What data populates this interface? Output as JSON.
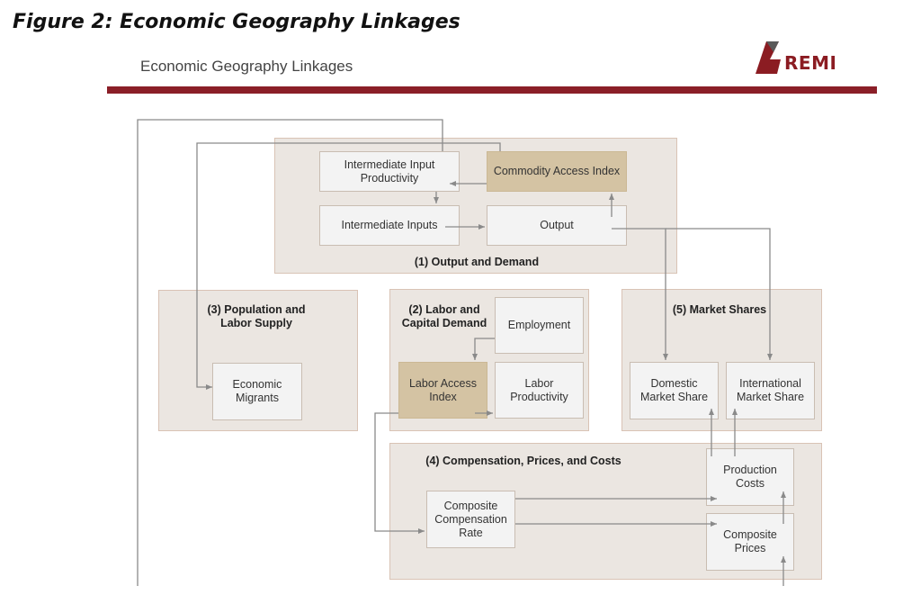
{
  "figure_title": "Figure 2: Economic Geography Linkages",
  "subtitle": "Economic Geography Linkages",
  "logo_text": "REMI",
  "colors": {
    "accent_bar": "#8b1f28",
    "panel": "#ebe6e1",
    "highlight_box": "#d4c3a3"
  },
  "panels": {
    "output_demand": "(1) Output and Demand",
    "labor_capital": "(2) Labor and Capital Demand",
    "population": "(3) Population and Labor Supply",
    "compensation": "(4) Compensation, Prices, and Costs",
    "market_shares": "(5) Market Shares"
  },
  "boxes": {
    "intermediate_input_productivity": "Intermediate Input Productivity",
    "commodity_access_index": "Commodity Access Index",
    "intermediate_inputs": "Intermediate Inputs",
    "output": "Output",
    "employment": "Employment",
    "labor_access_index": "Labor Access Index",
    "labor_productivity": "Labor Productivity",
    "economic_migrants": "Economic Migrants",
    "domestic_market_share": "Domestic Market Share",
    "international_market_share": "International Market Share",
    "production_costs": "Production Costs",
    "composite_compensation_rate": "Composite Compensation Rate",
    "composite_prices": "Composite Prices"
  }
}
